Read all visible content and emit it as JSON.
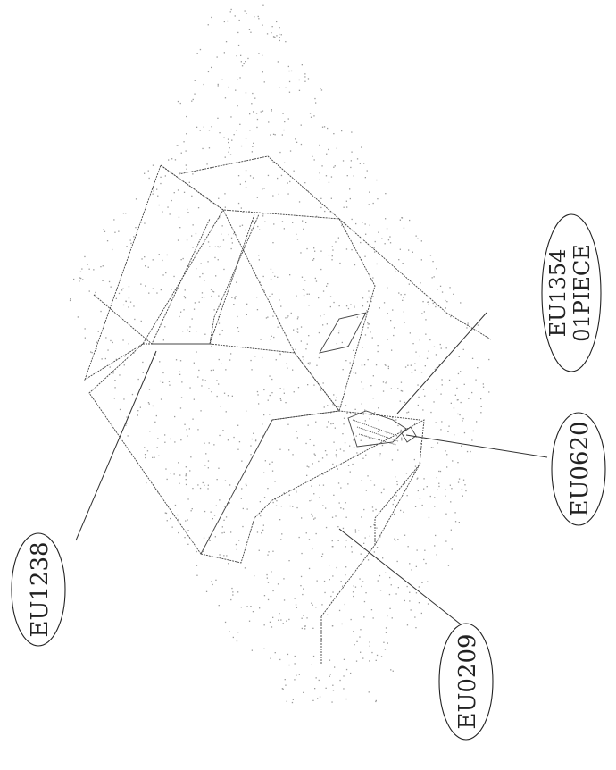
{
  "diagram": {
    "line_color": "#333333",
    "dot_color": "#9a9a9a",
    "callouts": [
      {
        "id": "eu1238",
        "lines": [
          "EU1238"
        ]
      },
      {
        "id": "eu0209",
        "lines": [
          "EU0209"
        ]
      },
      {
        "id": "eu0620",
        "lines": [
          "EU0620"
        ]
      },
      {
        "id": "eu1354",
        "lines": [
          "EU1354",
          "01PIECE"
        ]
      }
    ]
  }
}
